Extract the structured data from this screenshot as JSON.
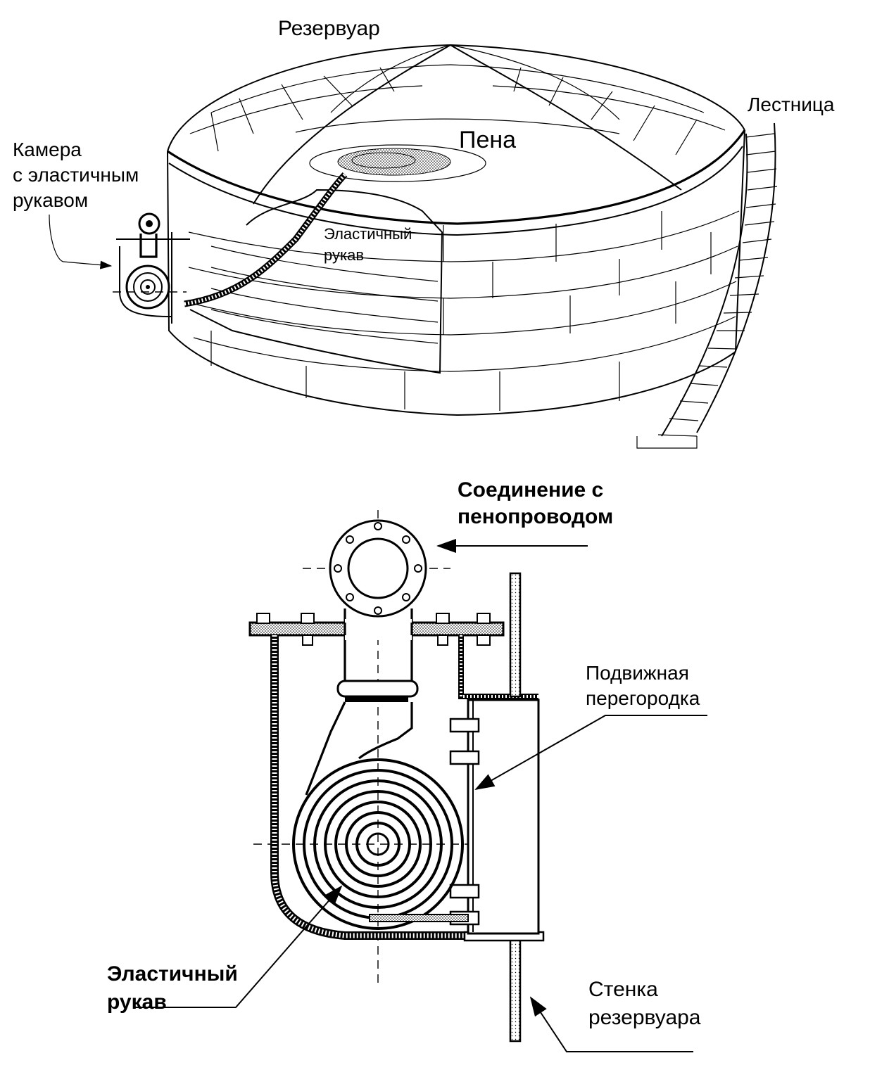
{
  "top": {
    "tank_label": "Резервуар",
    "foam_label": "Пена",
    "ladder_label": "Лестница",
    "chamber_label": [
      "Камера",
      "с эластичным",
      "рукавом"
    ],
    "hose_label": [
      "Эластичный",
      "рукав"
    ]
  },
  "bottom": {
    "connection_label": [
      "Соединение с",
      "пенопроводом"
    ],
    "partition_label": [
      "Подвижная",
      "перегородка"
    ],
    "hose_label": [
      "Эластичный",
      "рукав"
    ],
    "wall_label": [
      "Стенка",
      "резервуара"
    ]
  }
}
